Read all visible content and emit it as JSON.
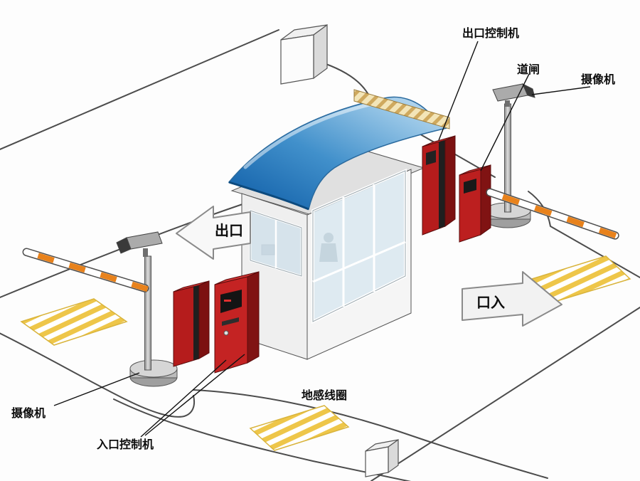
{
  "diagram": {
    "labels": {
      "exit_controller": "出口控制机",
      "barrier_gate": "道闸",
      "camera_top_right": "摄像机",
      "camera_bottom_left": "摄像机",
      "entrance_controller": "入口控制机",
      "ground_loop": "地感线圈",
      "exit_arrow": "出口",
      "entrance_arrow": "口入"
    },
    "colors": {
      "canopy_blue_dark": "#0d5ba5",
      "canopy_blue_light": "#c9e1f2",
      "machine_red": "#b51c1c",
      "machine_red_side": "#7c1111",
      "barrier_stripe_orange": "#e8821c",
      "ground_loop_yellow": "#eec649",
      "outline_gray": "#4c4c4c",
      "label_black": "#0d0d0d"
    }
  }
}
